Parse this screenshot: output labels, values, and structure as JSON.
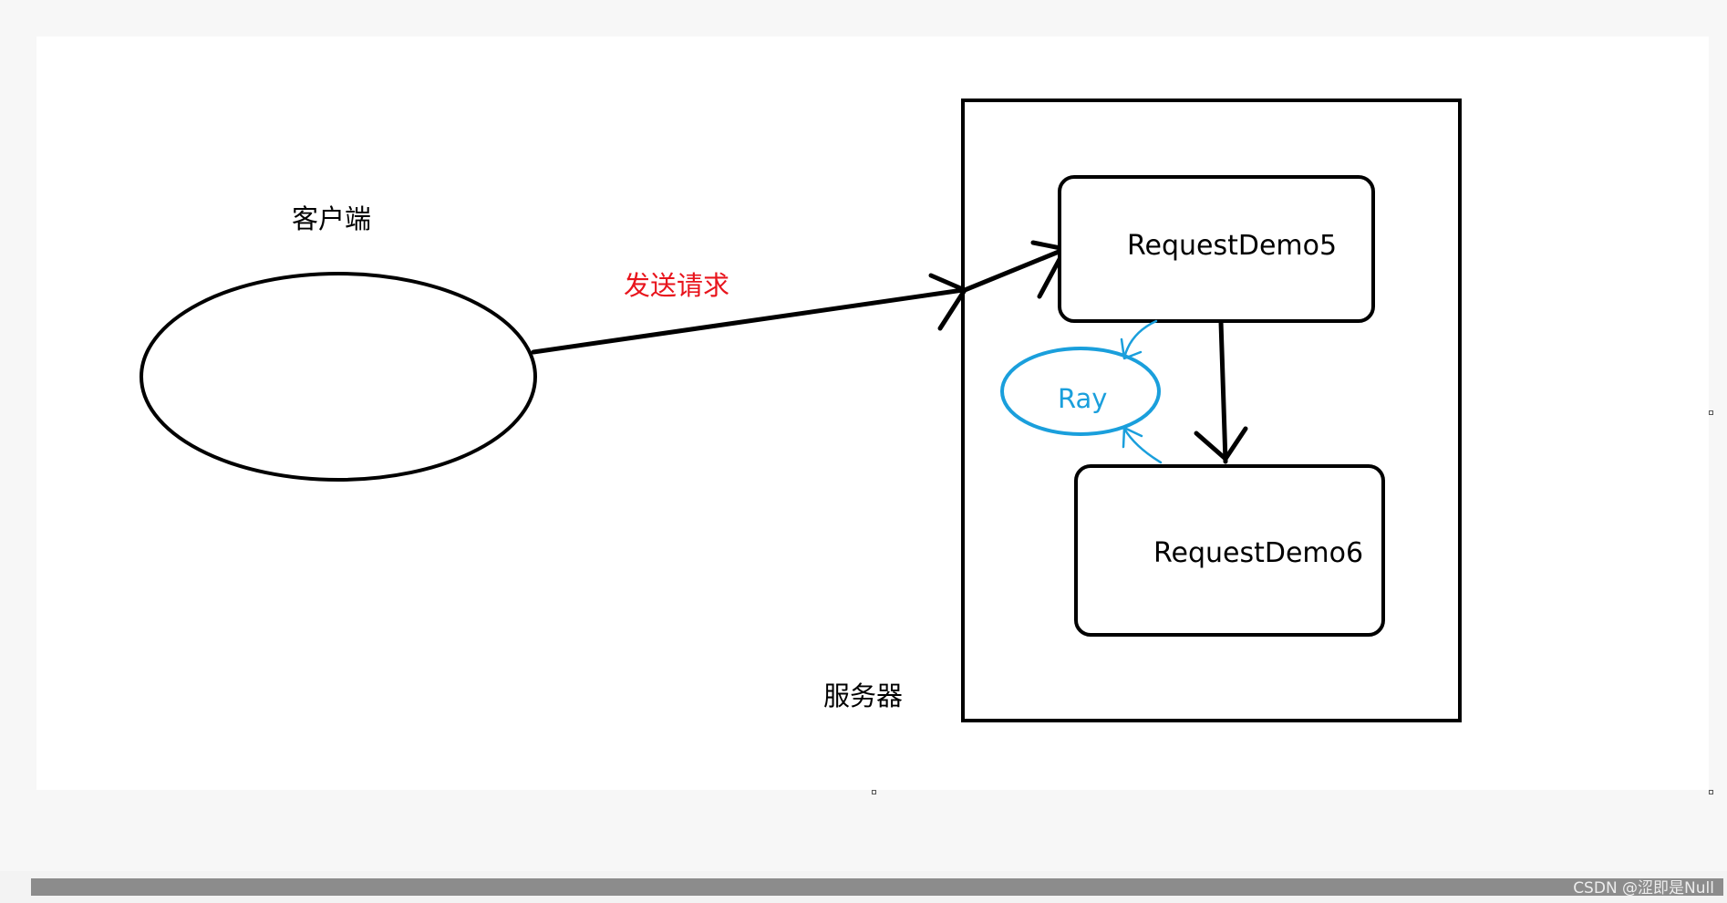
{
  "diagram": {
    "client_label": "客户端",
    "request_label": "发送请求",
    "server_label": "服务器",
    "node_demo5": "RequestDemo5",
    "node_demo6": "RequestDemo6",
    "node_ray": "Ray"
  },
  "colors": {
    "ink": "#000000",
    "request_text": "#e8141c",
    "ray": "#1a9fdc"
  },
  "watermark": "CSDN @涩即是Null"
}
